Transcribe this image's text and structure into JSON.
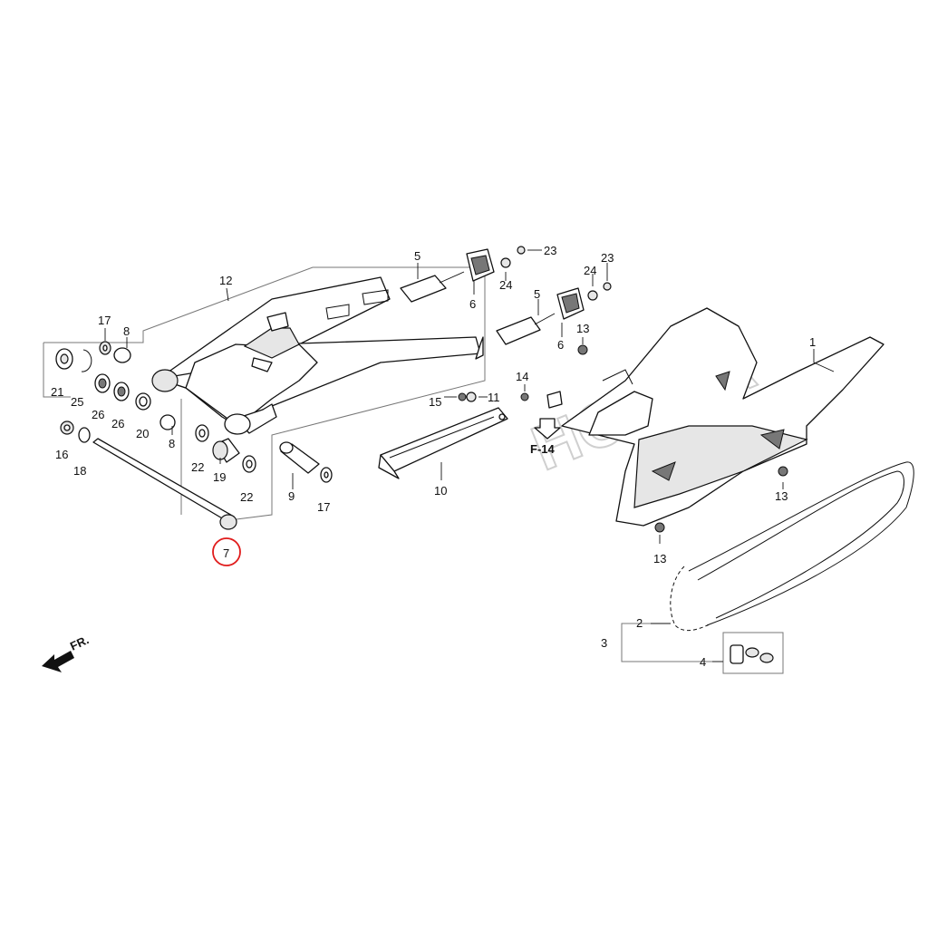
{
  "diagram": {
    "callouts": {
      "c1": "1",
      "c2": "2",
      "c3": "3",
      "c4": "4",
      "c5a": "5",
      "c5b": "5",
      "c6a": "6",
      "c6b": "6",
      "c7": "7",
      "c8a": "8",
      "c8b": "8",
      "c9": "9",
      "c10": "10",
      "c11": "11",
      "c12": "12",
      "c13a": "13",
      "c13b": "13",
      "c13c": "13",
      "c14": "14",
      "c15": "15",
      "c16": "16",
      "c17a": "17",
      "c17b": "17",
      "c18": "18",
      "c19": "19",
      "c20": "20",
      "c21": "21",
      "c22a": "22",
      "c22b": "22",
      "c23a": "23",
      "c23b": "23",
      "c24a": "24",
      "c24b": "24",
      "c25": "25",
      "c26a": "26",
      "c26b": "26"
    },
    "reference": "F-14",
    "front_indicator": "FR.",
    "watermark": "HONDA",
    "highlight_color": "#e01b1b"
  }
}
